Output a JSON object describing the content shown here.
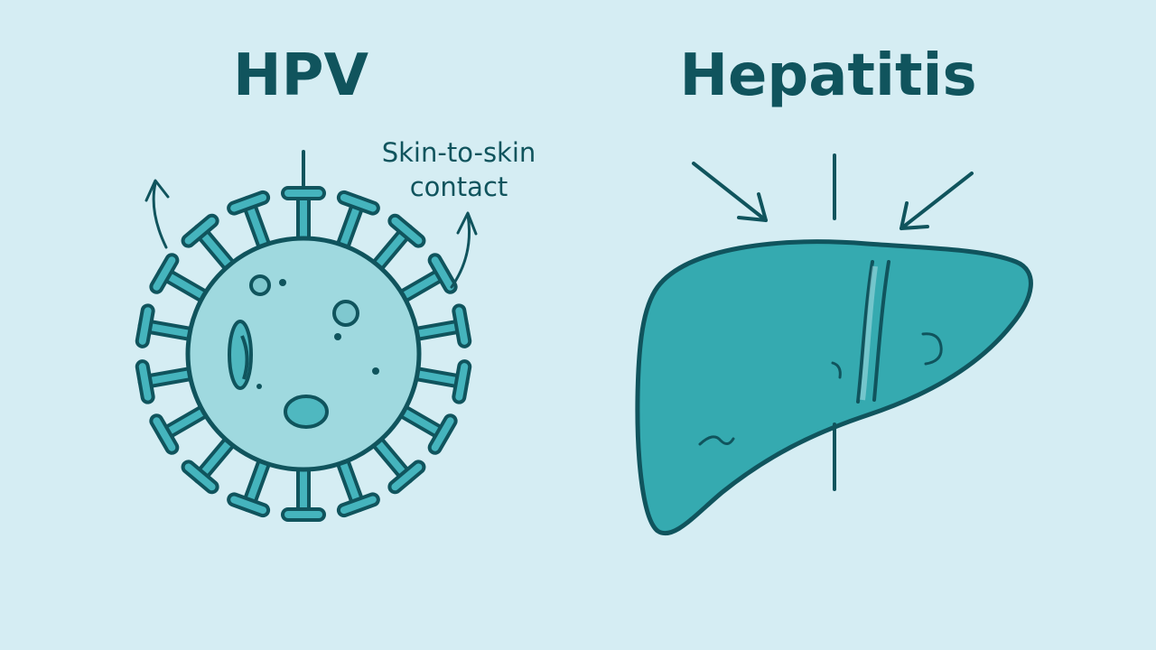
{
  "hpv": {
    "title": "HPV",
    "annotation": [
      "Skin-to-skin",
      "contact"
    ]
  },
  "hepatitis": {
    "title": "Hepatitis"
  },
  "colors": {
    "background": "#d5edf3",
    "stroke": "#10545d",
    "virus_fill": "#9fd9df",
    "spike_fill": "#45b4bd",
    "liver_fill": "#35aab0"
  },
  "icons": [
    "virus-icon",
    "liver-icon",
    "arrow-icon"
  ]
}
